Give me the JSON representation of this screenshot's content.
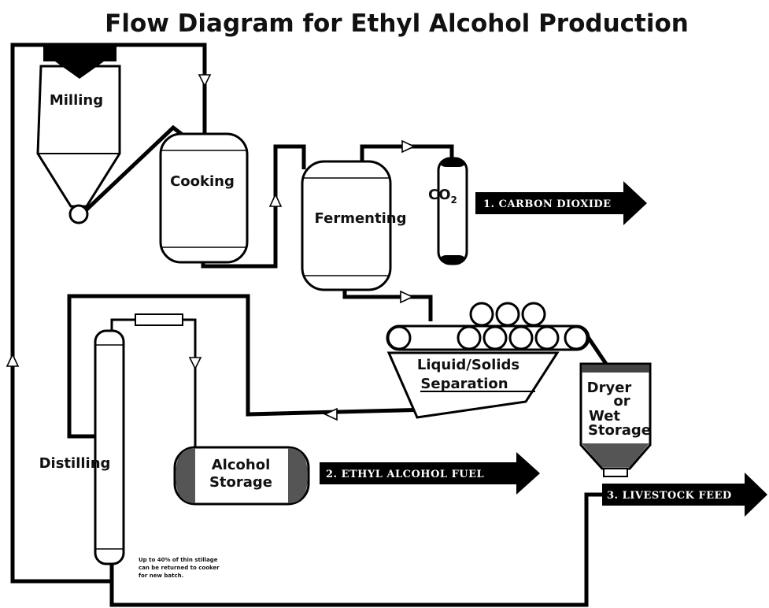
{
  "title": "Flow Diagram for Ethyl Alcohol Production",
  "stages": {
    "milling": "Milling",
    "cooking": "Cooking",
    "fermenting": "Fermenting",
    "co2": "CO",
    "co2_subscript": "2",
    "separation_line1": "Liquid/Solids",
    "separation_line2": "Separation",
    "dryer_line1": "Dryer",
    "dryer_line2": "or",
    "dryer_line3": "Wet",
    "dryer_line4": "Storage",
    "distilling": "Distilling",
    "storage_line1": "Alcohol",
    "storage_line2": "Storage"
  },
  "outputs": {
    "carbon_dioxide": "1. CARBON DIOXIDE",
    "ethyl_alcohol_fuel": "2. ETHYL ALCOHOL FUEL",
    "livestock_feed": "3. LIVESTOCK FEED"
  },
  "note": {
    "line1": "Up to 40% of thin stillage",
    "line2": "can be returned to cooker",
    "line3": "for new batch."
  },
  "colors": {
    "ink": "#000000",
    "paper": "#ffffff"
  }
}
